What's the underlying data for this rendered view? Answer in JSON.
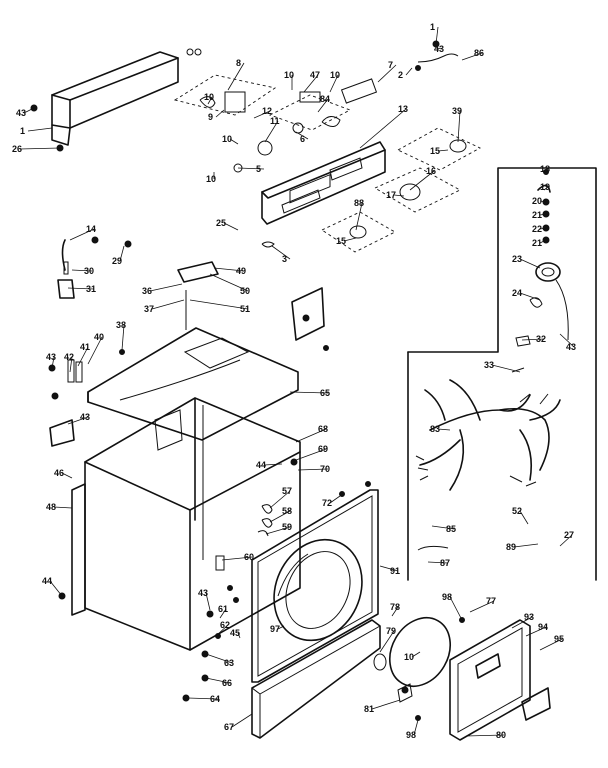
{
  "callouts": [
    "1",
    "43",
    "86",
    "2",
    "7",
    "8",
    "10",
    "47",
    "10",
    "10",
    "9",
    "12",
    "84",
    "43",
    "1",
    "26",
    "11",
    "6",
    "10",
    "10",
    "5",
    "13",
    "39",
    "15",
    "16",
    "17",
    "18",
    "19",
    "20",
    "21",
    "22",
    "21",
    "25",
    "88",
    "15",
    "3",
    "14",
    "30",
    "29",
    "31",
    "49",
    "36",
    "50",
    "37",
    "51",
    "38",
    "40",
    "41",
    "42",
    "43",
    "43",
    "23",
    "24",
    "43",
    "32",
    "33",
    "65",
    "46",
    "68",
    "69",
    "70",
    "44",
    "72",
    "48",
    "57",
    "58",
    "59",
    "60",
    "83",
    "85",
    "52",
    "27",
    "89",
    "87",
    "44",
    "43",
    "62",
    "61",
    "63",
    "45",
    "97",
    "66",
    "64",
    "67",
    "91",
    "78",
    "98",
    "77",
    "79",
    "10",
    "81",
    "93",
    "94",
    "95",
    "98",
    "80"
  ]
}
